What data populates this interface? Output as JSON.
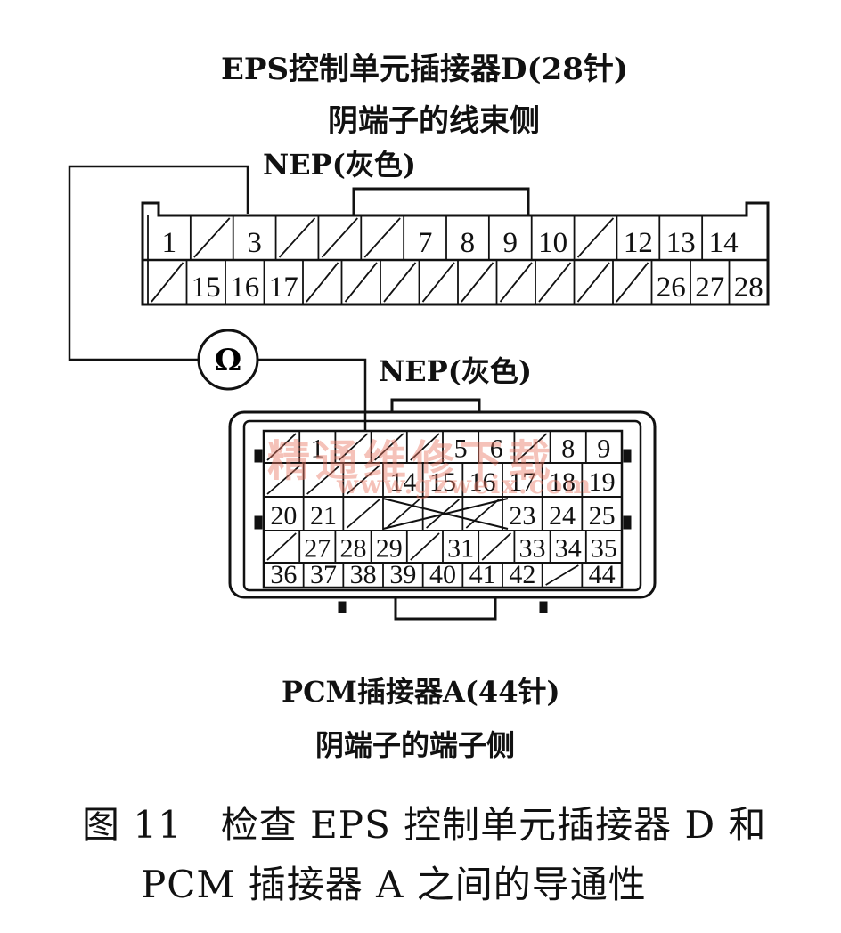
{
  "connector_d": {
    "title_line1": "EPS控制单元插接器D(28针)",
    "title_line2": "阴端子的线束侧",
    "wire_label": "NEP(灰色)",
    "row1": [
      "1",
      "",
      "3",
      "",
      "",
      "",
      "7",
      "8",
      "9",
      "10",
      "",
      "12",
      "13",
      "14"
    ],
    "row2": [
      "",
      "15",
      "16",
      "17",
      "",
      "",
      "",
      "",
      "",
      "",
      "",
      "",
      "",
      "26",
      "27",
      "28"
    ]
  },
  "meter": {
    "symbol": "Ω"
  },
  "connector_a": {
    "wire_label": "NEP(灰色)",
    "title_line1": "PCM插接器A(44针)",
    "title_line2": "阴端子的端子侧",
    "row1": [
      "",
      "1",
      "",
      "",
      "",
      "5",
      "6",
      "",
      "8",
      "9"
    ],
    "row2": [
      "",
      "",
      "",
      "14",
      "15",
      "16",
      "17",
      "18",
      "19"
    ],
    "row3": [
      "20",
      "21",
      "",
      "",
      "",
      "",
      "23",
      "24",
      "25"
    ],
    "row4": [
      "",
      "27",
      "28",
      "29",
      "",
      "31",
      "",
      "33",
      "34",
      "35"
    ],
    "row5": [
      "36",
      "37",
      "38",
      "39",
      "40",
      "41",
      "42",
      "",
      "44"
    ]
  },
  "watermark": {
    "text": "精通维修下载",
    "url": "www.gzweix.com"
  },
  "caption": {
    "line1": "图 11　检查 EPS 控制单元插接器 D 和",
    "line2": "PCM 插接器 A 之间的导通性"
  },
  "colors": {
    "ink": "#111111",
    "watermark": "#e87864"
  }
}
